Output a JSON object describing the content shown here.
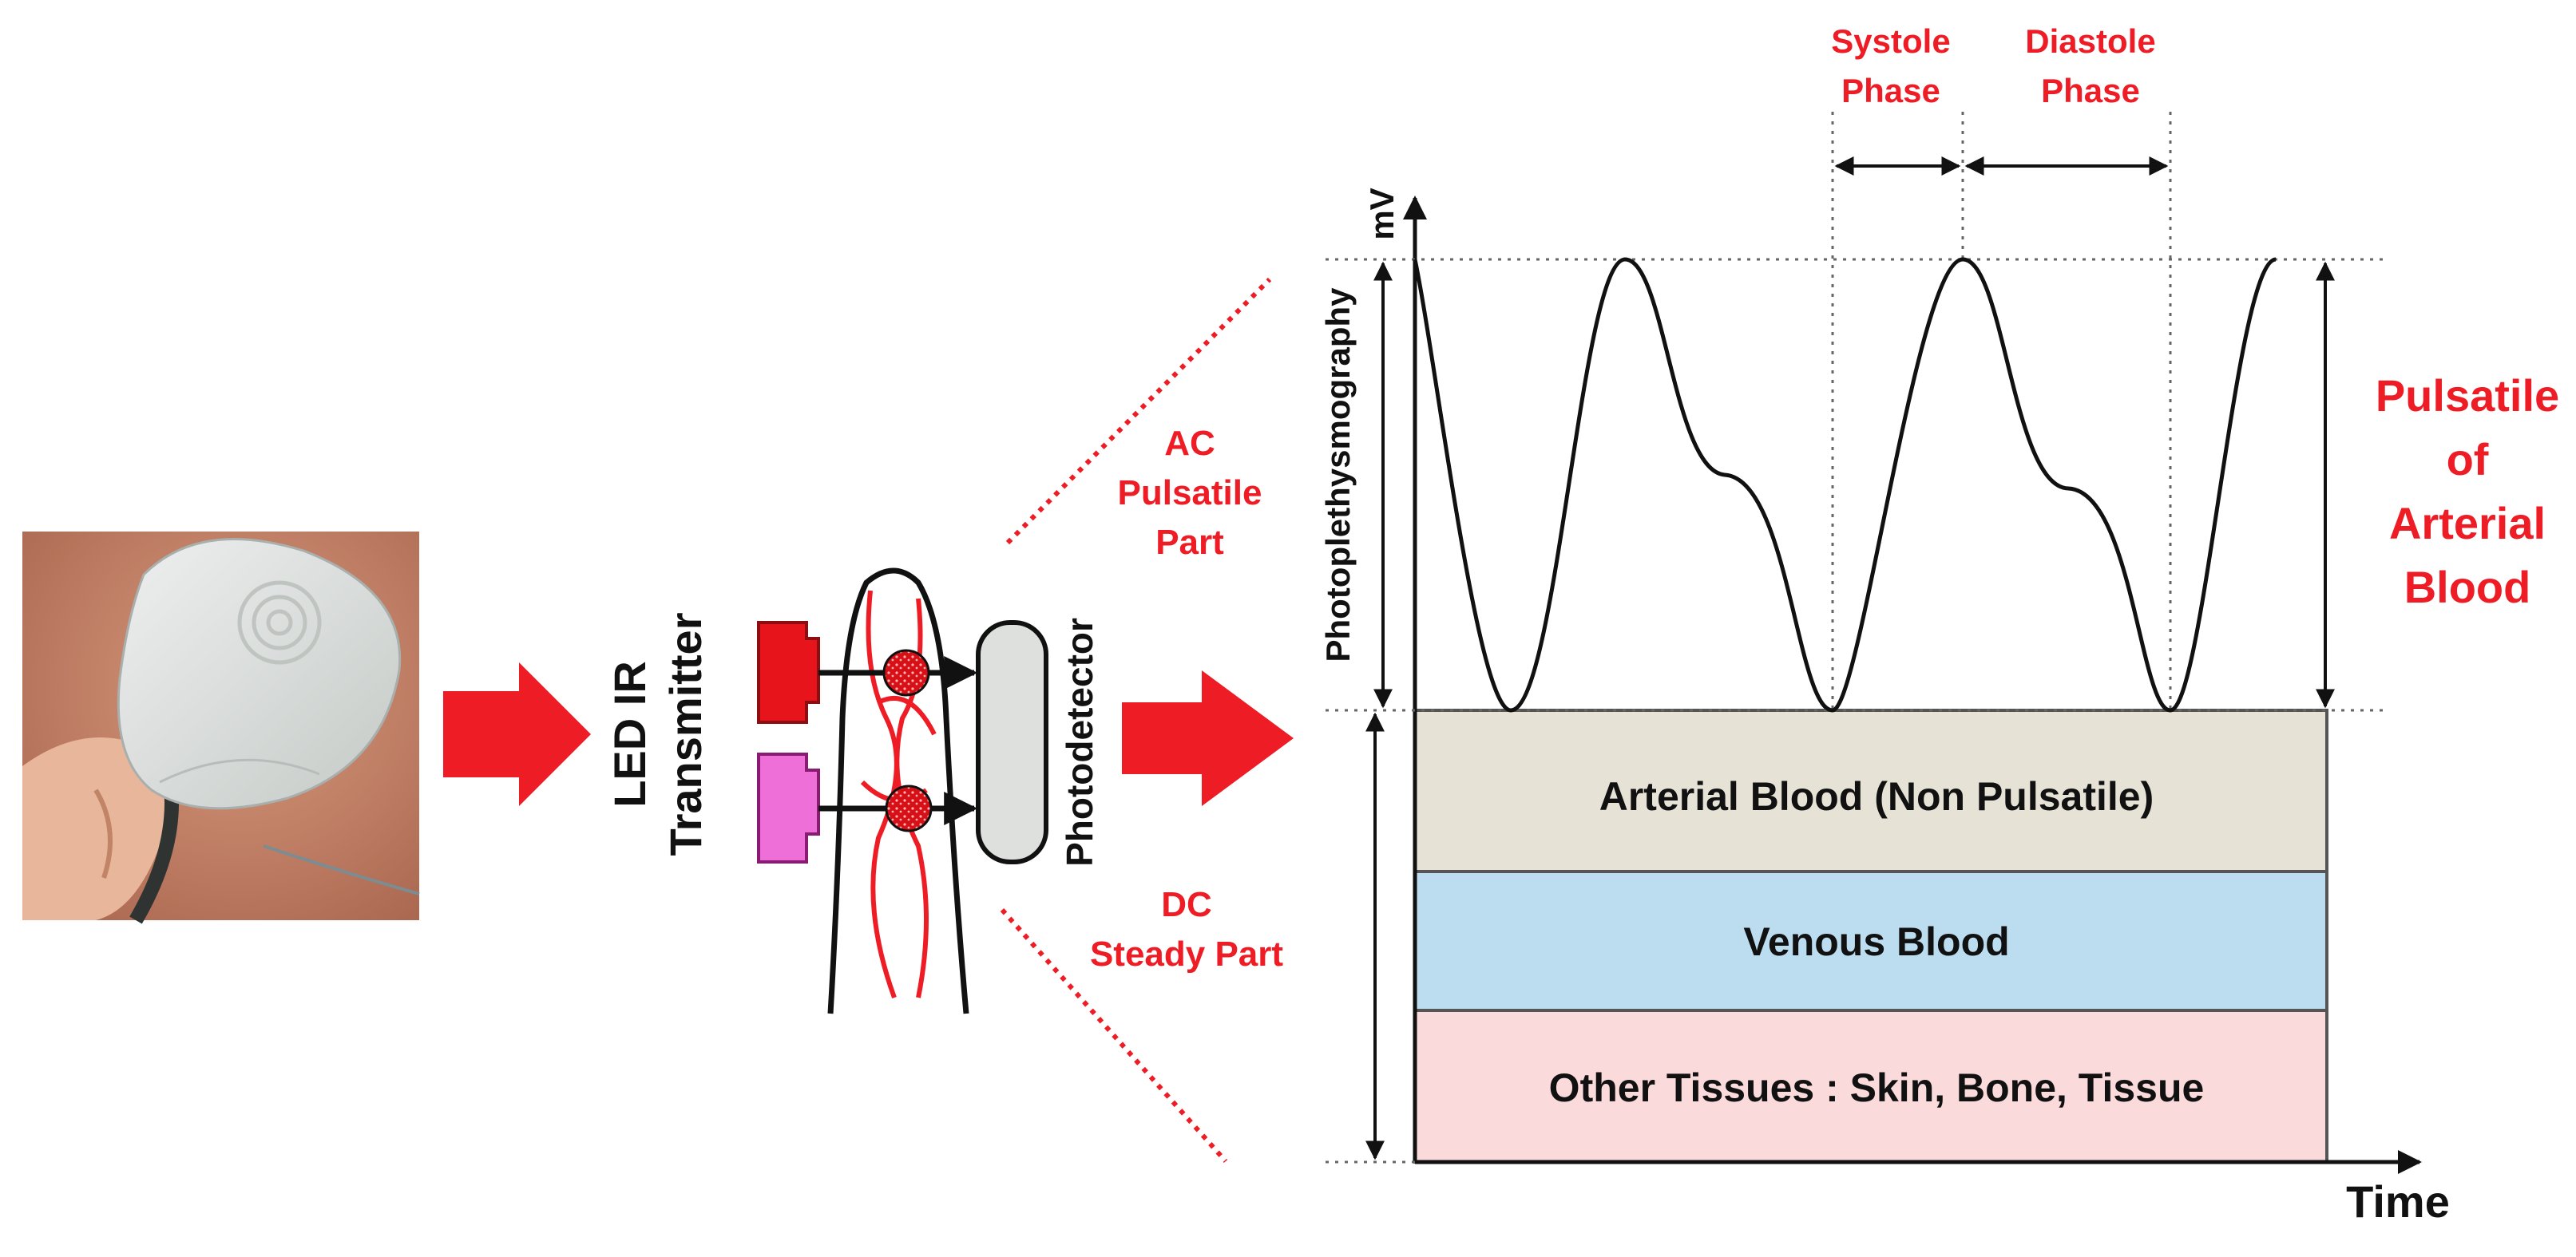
{
  "labels": {
    "led_ir": "LED IR",
    "transmitter": "Transmitter",
    "photodetector": "Photodetector",
    "ac_line1": "AC",
    "ac_line2": "Pulsatile",
    "ac_line3": "Part",
    "dc_line1": "DC",
    "dc_line2": "Steady Part",
    "systole_line1": "Systole",
    "systole_line2": "Phase",
    "diastole_line1": "Diastole",
    "diastole_line2": "Phase",
    "y_axis": "Photoplethysmography",
    "y_unit": "mV",
    "x_axis": "Time",
    "pulsatile_line1": "Pulsatile",
    "pulsatile_line2": "of",
    "pulsatile_line3": "Arterial",
    "pulsatile_line4": "Blood"
  },
  "layers": [
    {
      "label": "Arterial Blood (Non Pulsatile)",
      "color": "#e6e2d6"
    },
    {
      "label": "Venous Blood",
      "color": "#bcdcef"
    },
    {
      "label": "Other Tissues : Skin, Bone, Tissue",
      "color": "#fadadb"
    }
  ],
  "colors": {
    "accent_red": "#ee1c25",
    "led_red": "#e8141b",
    "led_magenta": "#ee6fd8",
    "sensor_grey": "#dde0dd",
    "skin": "#c98a70"
  }
}
